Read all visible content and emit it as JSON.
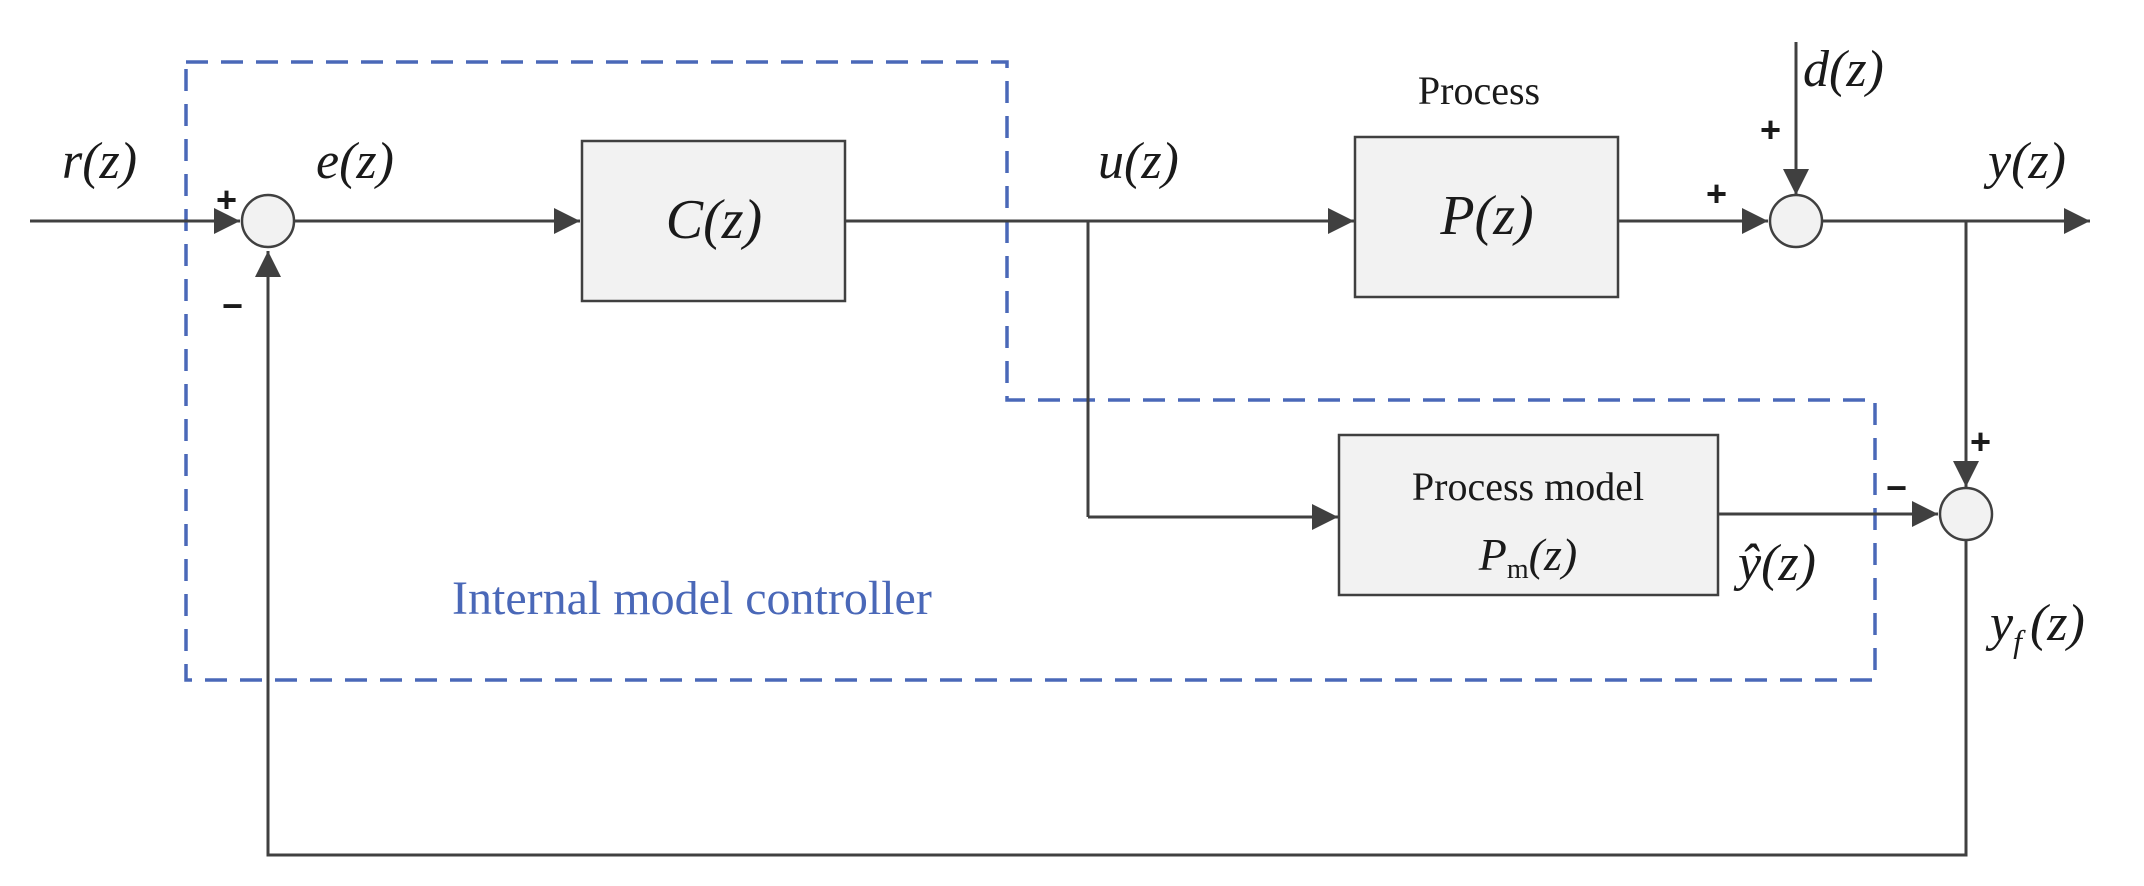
{
  "signals": {
    "r": "r(z)",
    "e": "e(z)",
    "u": "u(z)",
    "d": "d(z)",
    "y": "y(z)",
    "yhat": "ŷ(z)",
    "yf": "y",
    "yf_sub": "f",
    "yf_arg": "(z)"
  },
  "blocks": {
    "controller": "C(z)",
    "process_title": "Process",
    "process": "P(z)",
    "model_title": "Process model",
    "model_main": "P",
    "model_sub": "m",
    "model_arg": "(z)"
  },
  "signs": {
    "plus": "+",
    "minus": "−"
  },
  "region_label": "Internal model controller",
  "colors": {
    "region": "#4a68b8",
    "lines": "#404040",
    "block_fill": "#f2f2f2"
  }
}
